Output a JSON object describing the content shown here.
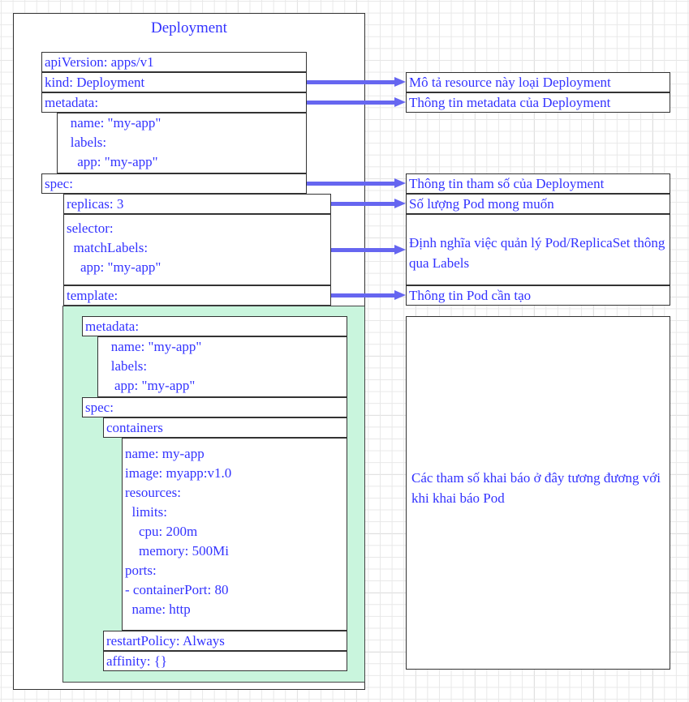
{
  "diagram": {
    "title": "Deployment",
    "accent_text_color": "#3333ff",
    "arrow_color": "#6666f0",
    "template_region_color": "#c9f5dd",
    "border_color": "#333333"
  },
  "manifest": {
    "api_version": "apiVersion: apps/v1",
    "kind": "kind: Deployment",
    "metadata": "metadata:",
    "metadata_body": "   name: \"my-app\"\n   labels:\n     app: \"my-app\"",
    "spec": "spec:",
    "replicas": "replicas: 3",
    "selector_body": "selector:\n  matchLabels:\n    app: \"my-app\"",
    "template": "template:",
    "pod_metadata": "metadata:",
    "pod_metadata_body": "   name: \"my-app\"\n   labels:\n    app: \"my-app\"",
    "pod_spec": "spec:",
    "containers": "containers",
    "container_body": "name: my-app\nimage: myapp:v1.0\nresources:\n  limits:\n    cpu: 200m\n    memory: 500Mi\nports:\n- containerPort: 80\n  name: http",
    "restart_policy": "restartPolicy: Always",
    "affinity": "affinity: {}"
  },
  "annotations": {
    "kind_note": "Mô tả resource này loại Deployment",
    "metadata_note": "Thông tin metadata của Deployment",
    "spec_note": "Thông tin tham số của Deployment",
    "replicas_note": "Số lượng Pod mong muốn",
    "selector_note": "Định nghĩa việc quản lý Pod/ReplicaSet thông qua Labels",
    "template_note": "Thông tin Pod cần tạo",
    "pod_note": "Các tham số khai báo ở đây tương đương với khi khai báo Pod"
  }
}
